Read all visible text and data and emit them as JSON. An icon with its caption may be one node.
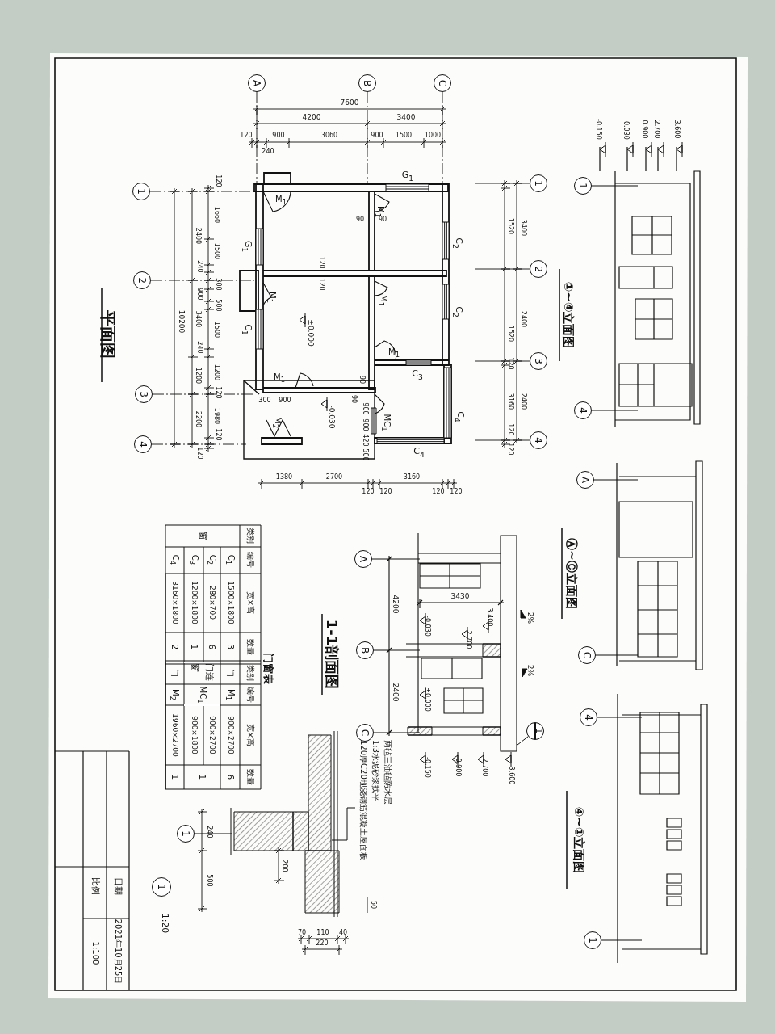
{
  "diagram": {
    "nodes": [
      {
        "text": [
          "A"
        ]
      },
      {
        "text": [
          "B"
        ]
      },
      {
        "text": [
          "C"
        ]
      },
      {
        "text": [
          "1"
        ]
      },
      {
        "text": [
          "2"
        ]
      },
      {
        "text": [
          "3"
        ]
      },
      {
        "text": [
          "4"
        ]
      },
      {
        "text": [
          "1"
        ]
      },
      {
        "text": [
          "2"
        ]
      },
      {
        "text": [
          "3"
        ]
      },
      {
        "text": [
          "4"
        ]
      },
      {
        "text": [
          "1"
        ]
      },
      {
        "text": [
          "4"
        ]
      },
      {
        "text": [
          "A"
        ]
      },
      {
        "text": [
          "C"
        ]
      },
      {
        "text": [
          "4"
        ]
      },
      {
        "text": [
          "1"
        ]
      },
      {
        "text": [
          "A"
        ]
      },
      {
        "text": [
          "B"
        ]
      },
      {
        "text": [
          "C"
        ]
      },
      {
        "text": [
          "1"
        ]
      },
      {
        "text": [
          "1"
        ]
      },
      {
        "text": [
          "1"
        ]
      },
      {
        "text": [
          "两毡三油毡防水层",
          "1:3水泥砂浆找平",
          "120厚C20现浇钢筋混凝土屋面板"
        ]
      }
    ],
    "edges": [
      {
        "from": 20,
        "to": null,
        "arrow": "none"
      },
      {
        "from": 23,
        "to": null,
        "arrow": "none"
      }
    ],
    "labels": [
      "平面图",
      "①~④立面图",
      "Ⓐ~Ⓒ立面图",
      "④~①立面图",
      "1-1剖面图",
      "门窗表",
      "7600",
      "4200",
      "3400",
      "120",
      "240",
      "900",
      "3060",
      "900",
      "1500",
      "1000",
      "10200",
      "2400",
      "3400",
      "1200",
      "2200",
      "120",
      "1660",
      "1500",
      "240",
      "300",
      "900",
      "500",
      "1500",
      "240",
      "1200",
      "120",
      "1980",
      "120",
      "120",
      "G$_{1}$",
      "M$_{1}$",
      "M$_{1}$",
      "90",
      "90",
      "G$_{1}$",
      "C$_{2}$",
      "120",
      "120",
      "M$_{1}$",
      "M$_{1}$",
      "C$_{2}$",
      "C$_{1}$",
      "±0.000",
      "M$_{1}$",
      "M$_{1}$",
      "C$_{3}$",
      "90",
      "300",
      "900",
      "90",
      "-0.030",
      "900",
      "MC$_{1}$",
      "C$_{4}$",
      "M$_{2}$",
      "900",
      "420",
      "500",
      "C$_{4}$",
      "1380",
      "2700",
      "3160",
      "120",
      "120",
      "120",
      "120",
      "1520",
      "3400",
      "2400",
      "1520",
      "120",
      "3160",
      "2400",
      "120",
      "120",
      "-0.150",
      "-0.030",
      "0.900",
      "2.700",
      "3.600",
      "4200",
      "3430",
      "-0.030",
      "2.700",
      "3.400",
      "2%",
      "2%",
      "2400",
      "±0.000",
      "-0.150",
      "0.900",
      "2.700",
      "3.600",
      "类别",
      "编号",
      "宽×高",
      "数量",
      "类别",
      "编号",
      "宽×高",
      "数量",
      "窗",
      "C$_{1}$",
      "1500×1800",
      "3",
      "门",
      "M$_{1}$",
      "900×2700",
      "6",
      "C$_{2}$",
      "280×700",
      "6",
      "门连窗",
      "MC$_{1}$",
      "900×2700",
      "1",
      "C$_{3}$",
      "1200×1800",
      "1",
      "900×1800",
      "C$_{4}$",
      "3160×1800",
      "2",
      "门",
      "M$_{2}$",
      "1960×2700",
      "1",
      "240",
      "500",
      "200",
      "50",
      "70",
      "110",
      "40",
      "220",
      "1:20",
      "日期",
      "2021年10月25日",
      "比例",
      "1:100"
    ]
  }
}
